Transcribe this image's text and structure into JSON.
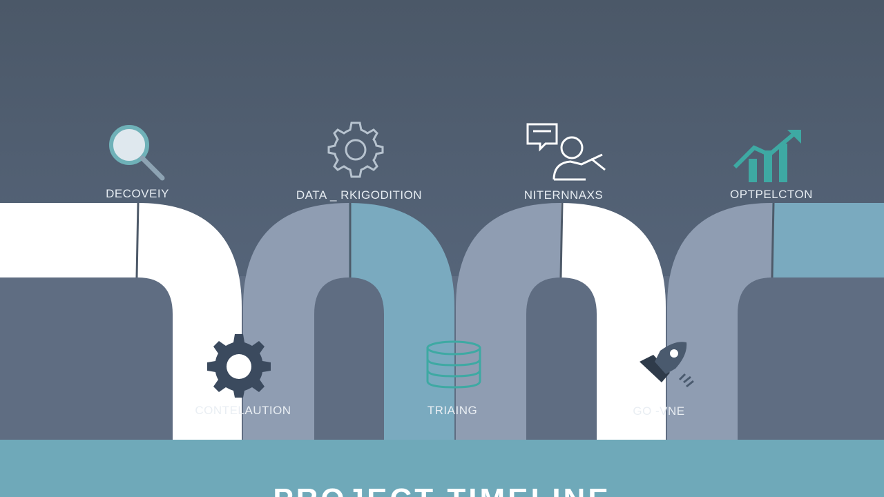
{
  "colors": {
    "background": "#4b5868",
    "pipe_white": "#ffffff",
    "pipe_gray": "#8f9db2",
    "pipe_blue": "#7aaabf",
    "banner": "#6fa9b9",
    "accent_teal": "#3ea9a3"
  },
  "stages_top": [
    {
      "label": "DECOVEIY",
      "icon": "magnifier-icon"
    },
    {
      "label": "DATA _ RKIGODITION",
      "icon": "gear-outline-icon"
    },
    {
      "label": "NITERNNAXS",
      "icon": "chat-person-icon"
    },
    {
      "label": "OPTPELCTON",
      "icon": "growth-chart-icon"
    }
  ],
  "stages_bottom": [
    {
      "label": "CONTELAUTION",
      "icon": "gear-solid-icon"
    },
    {
      "label": "TRIAING",
      "icon": "database-icon"
    },
    {
      "label": "GO -VNE",
      "icon": "rocket-icon"
    }
  ],
  "banner": {
    "title": "PROJECT TIMELINE"
  }
}
